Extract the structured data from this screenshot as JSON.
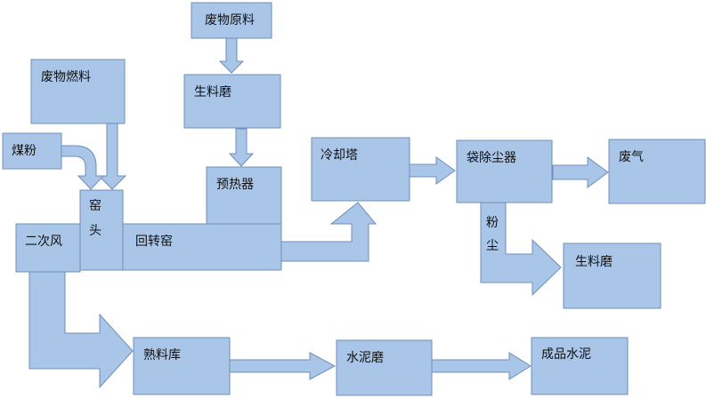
{
  "nodes": {
    "waste_raw": "废物原料",
    "waste_fuel": "废物燃料",
    "raw_mill_top": "生料磨",
    "coal_powder": "煤粉",
    "kiln_head_1": "窑",
    "kiln_head_2": "头",
    "preheater": "预热器",
    "secondary_air": "二次风",
    "rotary_kiln": "回转窑",
    "cooling_tower": "冷却塔",
    "bag_filter": "袋除尘器",
    "waste_gas": "废气",
    "dust_1": "粉",
    "dust_2": "尘",
    "raw_mill_right": "生料磨",
    "clinker_store": "熟料库",
    "cement_mill": "水泥磨",
    "finished_cement": "成品水泥"
  }
}
